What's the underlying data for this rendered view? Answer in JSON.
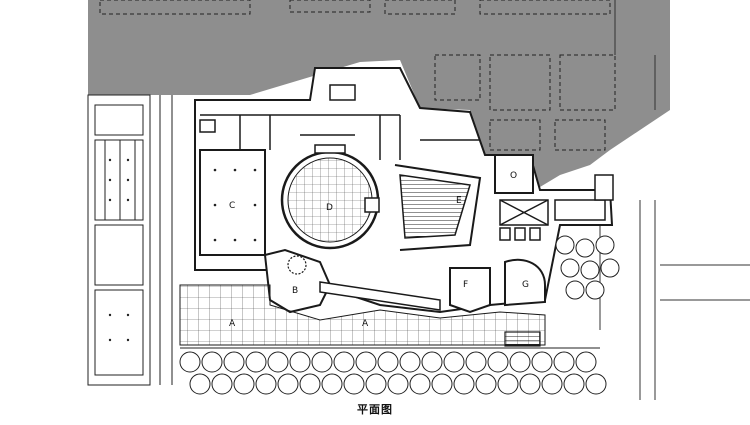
{
  "caption": "平面图",
  "colors": {
    "background": "#ffffff",
    "urban_fill": "#8e8e8e",
    "line": "#1a1a1a",
    "grid": "#555555"
  },
  "labels": {
    "a1": "A",
    "a2": "A",
    "b": "B",
    "c": "C",
    "d": "D",
    "e": "E",
    "f": "F",
    "g": "G",
    "o": "O"
  }
}
